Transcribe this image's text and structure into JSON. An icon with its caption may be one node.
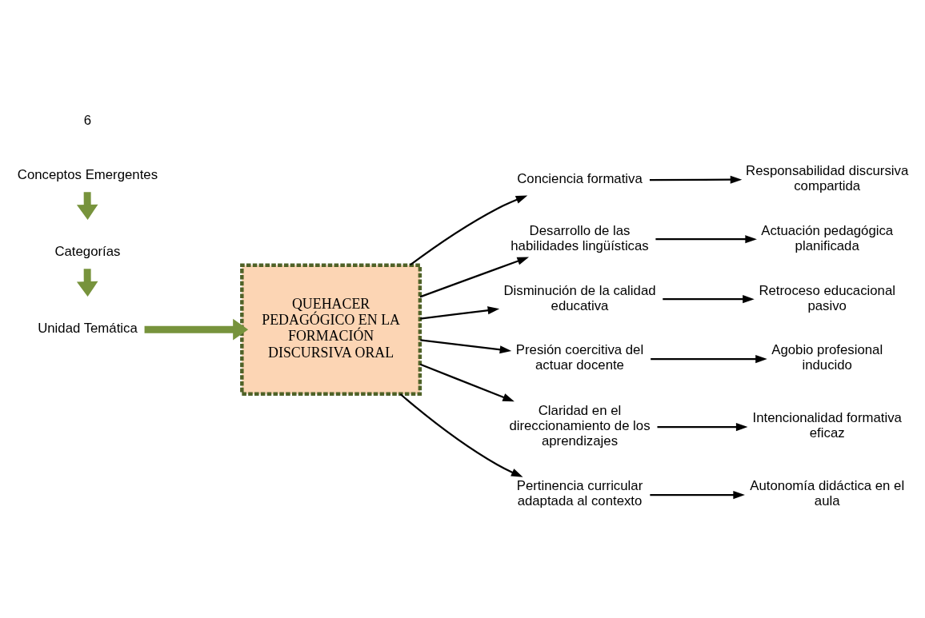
{
  "diagram": {
    "nodes": [
      {
        "text": [
          "Unidad Temática"
        ]
      },
      {
        "text": [
          "Categorías"
        ]
      },
      {
        "text": [
          "Conceptos Emergentes"
        ]
      },
      {
        "text": [
          "QUEHACER PEDAGÓGICO EN LA FORMACIÓN DISCURSIVA ORAL"
        ]
      },
      {
        "text": [
          "Conciencia formativa"
        ]
      },
      {
        "text": [
          "Desarrollo de las habilidades lingüísticas"
        ]
      },
      {
        "text": [
          "Disminución de la calidad educativa"
        ]
      },
      {
        "text": [
          "Presión coercitiva del actuar docente"
        ]
      },
      {
        "text": [
          "Claridad en el direccionamiento de los aprendizajes"
        ]
      },
      {
        "text": [
          "Pertinencia curricular adaptada al contexto"
        ]
      },
      {
        "text": [
          "Responsabilidad discursiva compartida"
        ]
      },
      {
        "text": [
          "Actuación pedagógica planificada"
        ]
      },
      {
        "text": [
          "Retroceso educacional pasivo"
        ]
      },
      {
        "text": [
          "Agobio profesional inducido"
        ]
      },
      {
        "text": [
          "Intencionalidad formativa eficaz"
        ]
      },
      {
        "text": [
          "Autonomía didáctica en el aula"
        ]
      }
    ],
    "edges": [
      {
        "from": 0,
        "to": 3,
        "arrow": "to",
        "style": "thick",
        "color": "#77933c"
      },
      {
        "from": 1,
        "to": null,
        "arrow": "to",
        "style": "thick",
        "color": "#77933c"
      },
      {
        "from": 2,
        "to": null,
        "arrow": "to",
        "style": "thick",
        "color": "#77933c"
      },
      {
        "from": 3,
        "to": 4,
        "arrow": "to"
      },
      {
        "from": 3,
        "to": 5,
        "arrow": "to"
      },
      {
        "from": 3,
        "to": 6,
        "arrow": "to"
      },
      {
        "from": 3,
        "to": 7,
        "arrow": "to"
      },
      {
        "from": 3,
        "to": 8,
        "arrow": "to"
      },
      {
        "from": 3,
        "to": 9,
        "arrow": "to"
      },
      {
        "from": 4,
        "to": 10,
        "arrow": "to"
      },
      {
        "from": 5,
        "to": 11,
        "arrow": "to"
      },
      {
        "from": 6,
        "to": 12,
        "arrow": "to"
      },
      {
        "from": 7,
        "to": 13,
        "arrow": "to"
      },
      {
        "from": 8,
        "to": 14,
        "arrow": "to"
      },
      {
        "from": 9,
        "to": 15,
        "arrow": "to"
      }
    ],
    "labels": [
      "6"
    ]
  }
}
